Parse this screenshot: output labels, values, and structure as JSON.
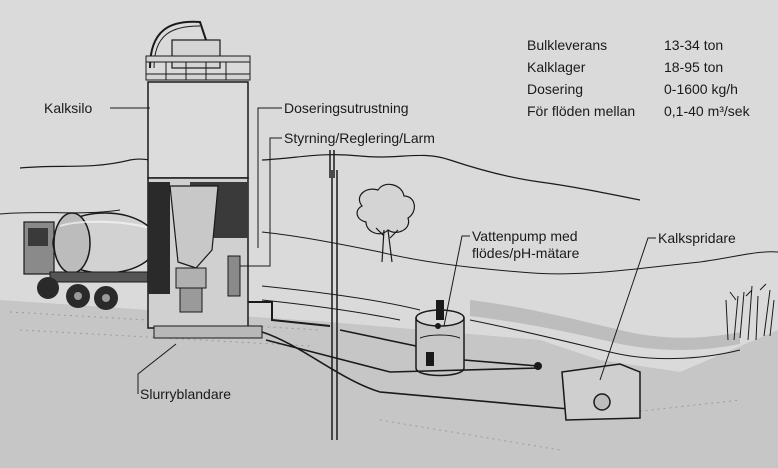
{
  "specs": [
    {
      "label": "Bulkleverans",
      "value": "13-34 ton"
    },
    {
      "label": "Kalklager",
      "value": "18-95 ton"
    },
    {
      "label": "Dosering",
      "value": "0-1600 kg/h"
    },
    {
      "label": "För flöden mellan",
      "value": "0,1-40 m³/sek"
    }
  ],
  "labels": {
    "kalksilo": "Kalksilo",
    "dosering": "Doseringsutrustning",
    "styrning": "Styrning/Reglering/Larm",
    "vattenpump_1": "Vattenpump med",
    "vattenpump_2": "flödes/pH-mätare",
    "kalkspridare": "Kalkspridare",
    "slurry": "Slurryblandare"
  },
  "colors": {
    "background": "#dadada",
    "ink": "#1a1a1a",
    "ground": "#c4c4c4",
    "silo_dark": "#2a2a2a"
  }
}
